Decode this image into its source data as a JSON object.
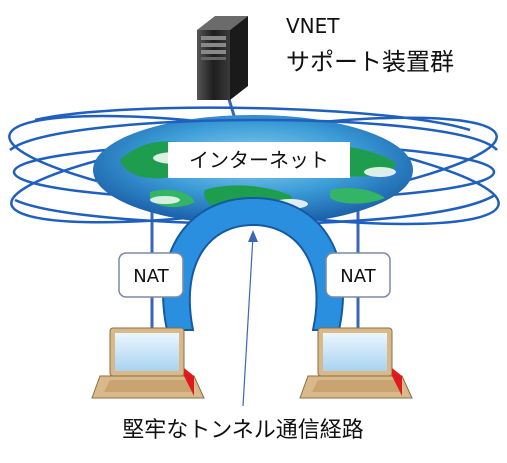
{
  "server": {
    "title": "VNET",
    "subtitle": "サポート装置群"
  },
  "internet": {
    "label": "インターネット"
  },
  "nat_left": {
    "label": "NAT"
  },
  "nat_right": {
    "label": "NAT"
  },
  "tunnel": {
    "caption": "堅牢なトンネル通信経路"
  },
  "colors": {
    "ocean": "#2e86c1",
    "land": "#1f9d4e",
    "orbit": "#1f5fbf",
    "link": "#3a66b8",
    "tunnel_fill": "#2b8fe0",
    "tunnel_stroke": "#155aa0",
    "box_border": "#7a8aa6",
    "laptop_body": "#d9b98a",
    "laptop_screen": "#bfe0f5",
    "laptop_flag": "#e0191e",
    "server": "#2a2a2a"
  }
}
